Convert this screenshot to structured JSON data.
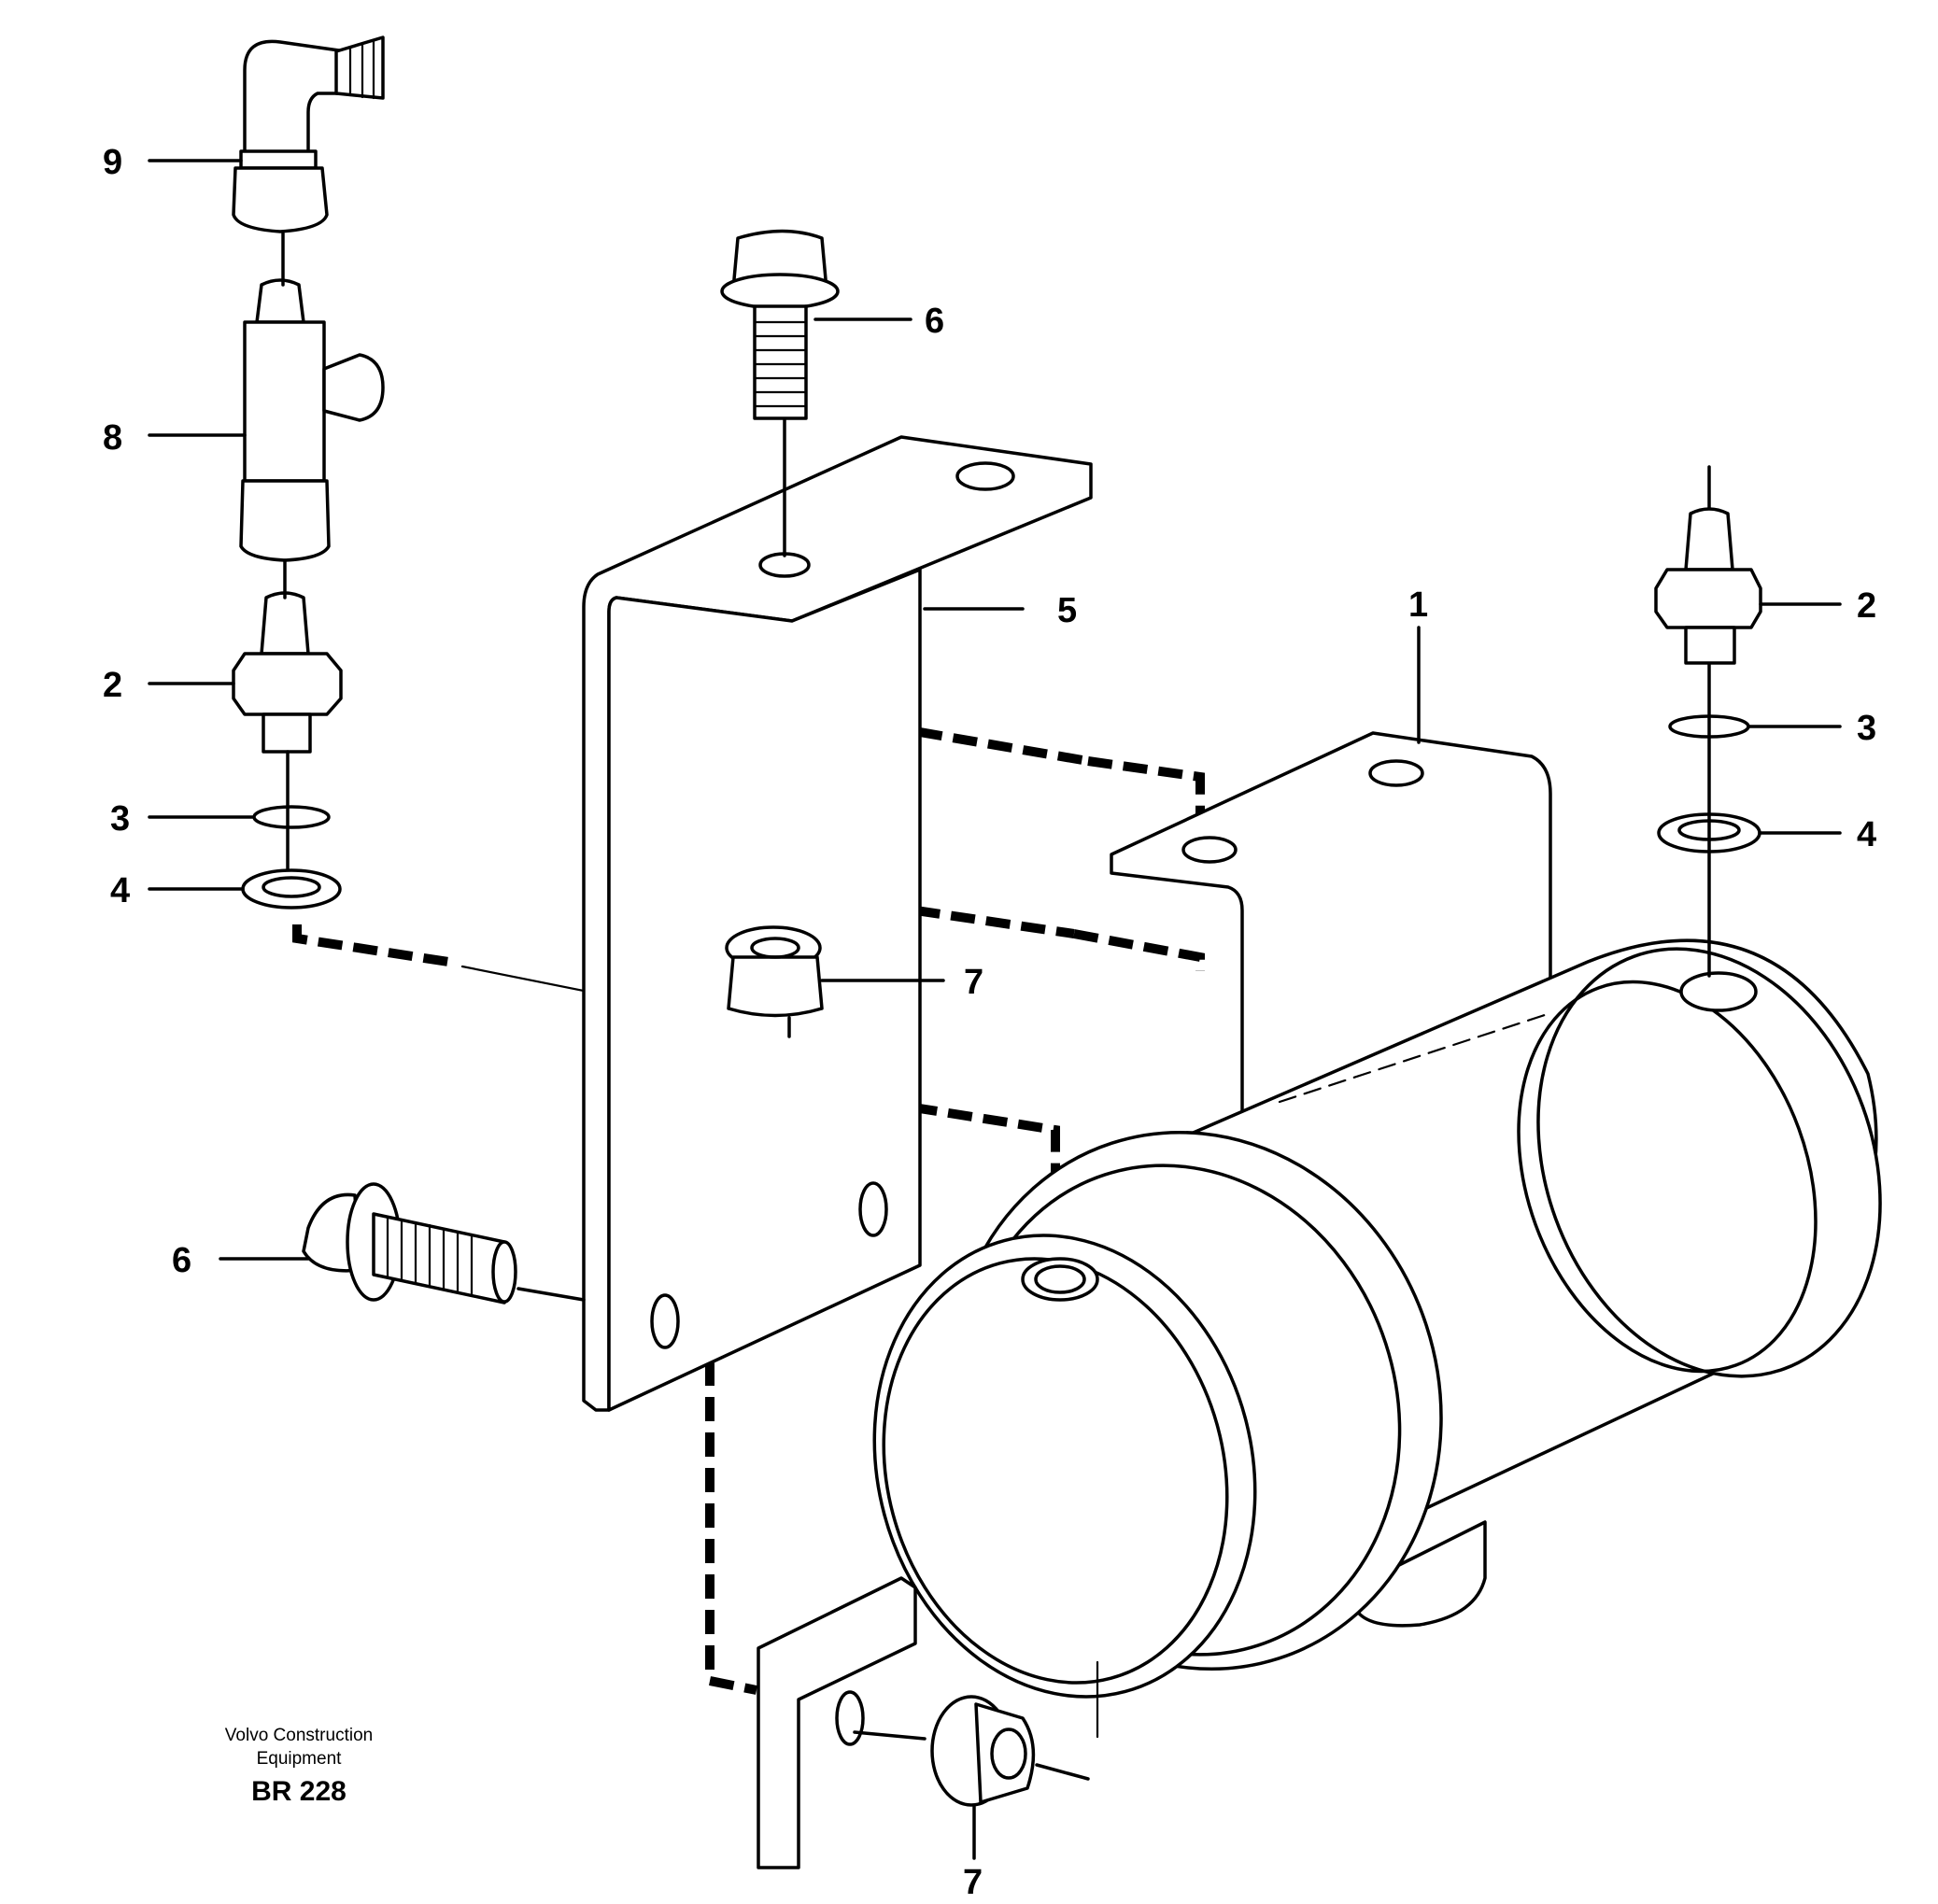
{
  "diagram": {
    "callouts": [
      {
        "id": "c9",
        "label": "9"
      },
      {
        "id": "c8",
        "label": "8"
      },
      {
        "id": "c2a",
        "label": "2"
      },
      {
        "id": "c3a",
        "label": "3"
      },
      {
        "id": "c4a",
        "label": "4"
      },
      {
        "id": "c6a",
        "label": "6"
      },
      {
        "id": "c5",
        "label": "5"
      },
      {
        "id": "c7a",
        "label": "7"
      },
      {
        "id": "c6b",
        "label": "6"
      },
      {
        "id": "c1",
        "label": "1"
      },
      {
        "id": "c2b",
        "label": "2"
      },
      {
        "id": "c3b",
        "label": "3"
      },
      {
        "id": "c4b",
        "label": "4"
      },
      {
        "id": "c7b",
        "label": "7"
      }
    ],
    "credit": {
      "line1": "Volvo Construction",
      "line2": "Equipment",
      "code": "BR 228"
    }
  }
}
